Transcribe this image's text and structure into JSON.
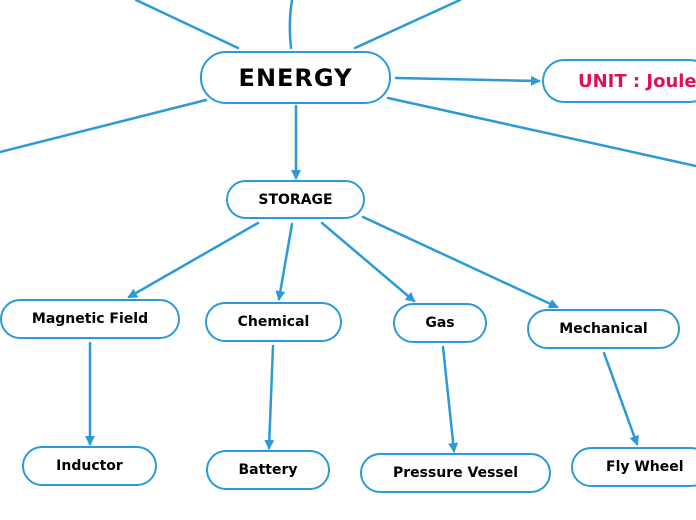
{
  "colors": {
    "line": "#2b9ad8",
    "unit_text": "#e0105c",
    "text": "#000000"
  },
  "root": {
    "label": "ENERGY"
  },
  "unit": {
    "label": "UNIT : Joule"
  },
  "storage": {
    "label": "STORAGE"
  },
  "categories": [
    {
      "label": "Magnetic Field",
      "child": "Inductor"
    },
    {
      "label": "Chemical",
      "child": "Battery"
    },
    {
      "label": "Gas",
      "child": "Pressure Vessel"
    },
    {
      "label": "Mechanical",
      "child": "Fly Wheel"
    }
  ]
}
